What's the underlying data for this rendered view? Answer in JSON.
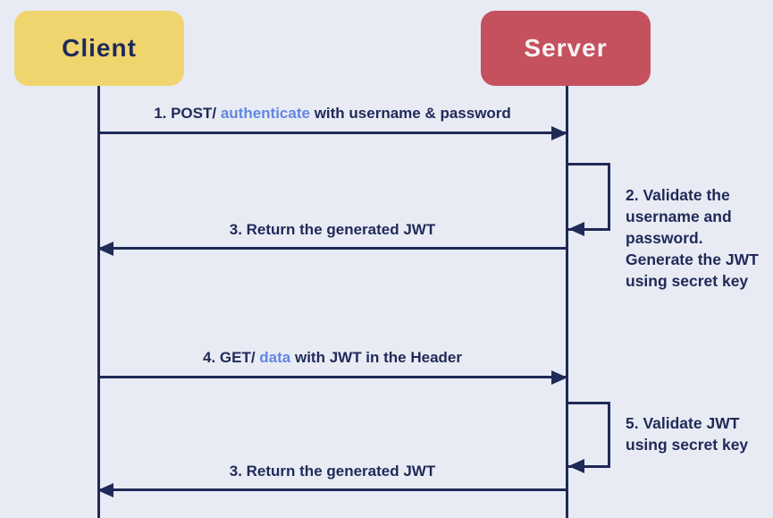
{
  "colors": {
    "background": "#E9EBF4",
    "line": "#1F2A58",
    "accent_blue": "#6187E3",
    "client_fill": "#F0D46E",
    "client_text": "#1F2A58",
    "server_fill": "#C5515F",
    "server_text": "#F8F4F4"
  },
  "actors": [
    {
      "label": "Client"
    },
    {
      "label": "Server"
    }
  ],
  "messages": [
    {
      "from": "Client",
      "to": "Server",
      "label_parts": [
        {
          "text": "1. POST/ "
        },
        {
          "text": "authenticate",
          "accent": true
        },
        {
          "text": " with username & password"
        }
      ]
    },
    {
      "from": "Server",
      "to": "Client",
      "label_parts": [
        {
          "text": "3. Return the generated JWT"
        }
      ]
    },
    {
      "from": "Client",
      "to": "Server",
      "label_parts": [
        {
          "text": "4. GET/ "
        },
        {
          "text": "data",
          "accent": true
        },
        {
          "text": " with JWT in the Header"
        }
      ]
    },
    {
      "from": "Server",
      "to": "Client",
      "label_parts": [
        {
          "text": "3. Return the generated JWT"
        }
      ]
    }
  ],
  "self_loops": [
    {
      "actor": "Server",
      "note": "2. Validate the\nusername and\npassword.\nGenerate the JWT\nusing secret key"
    },
    {
      "actor": "Server",
      "note": "5. Validate JWT\nusing secret key"
    }
  ]
}
